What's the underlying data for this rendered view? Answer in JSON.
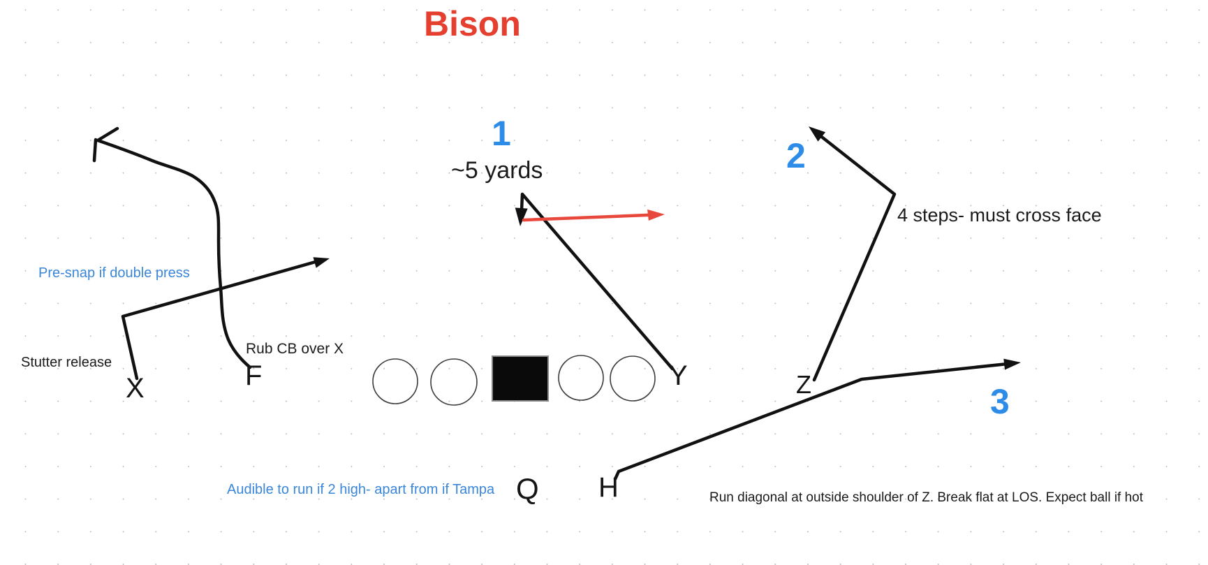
{
  "app": {
    "description": "Football play diagram on dotted-grid drawing canvas"
  },
  "title": {
    "text": "Bison"
  },
  "colors": {
    "ink": "#111111",
    "title_red": "#e5402f",
    "arrow_red": "#e8473c",
    "number_blue": "#2d8ce8",
    "note_blue": "#3a86d8",
    "grid_dot": "#bdbdbd"
  },
  "route_numbers": {
    "one": "1",
    "two": "2",
    "three": "3"
  },
  "players": {
    "x": "X",
    "f": "F",
    "y": "Y",
    "z": "Z",
    "q": "Q",
    "h": "H"
  },
  "annotations": {
    "yards": "~5 yards",
    "steps": "4 steps- must cross face",
    "presnap": "Pre-snap if double press",
    "stutter": "Stutter release",
    "rub": "Rub CB over X",
    "audible": "Audible to run if 2 high- apart from if Tampa",
    "run_diagonal": "Run diagonal at outside shoulder of Z. Break flat at LOS. Expect ball if hot"
  },
  "formation": {
    "line_circles": 4,
    "center_square": 1
  }
}
